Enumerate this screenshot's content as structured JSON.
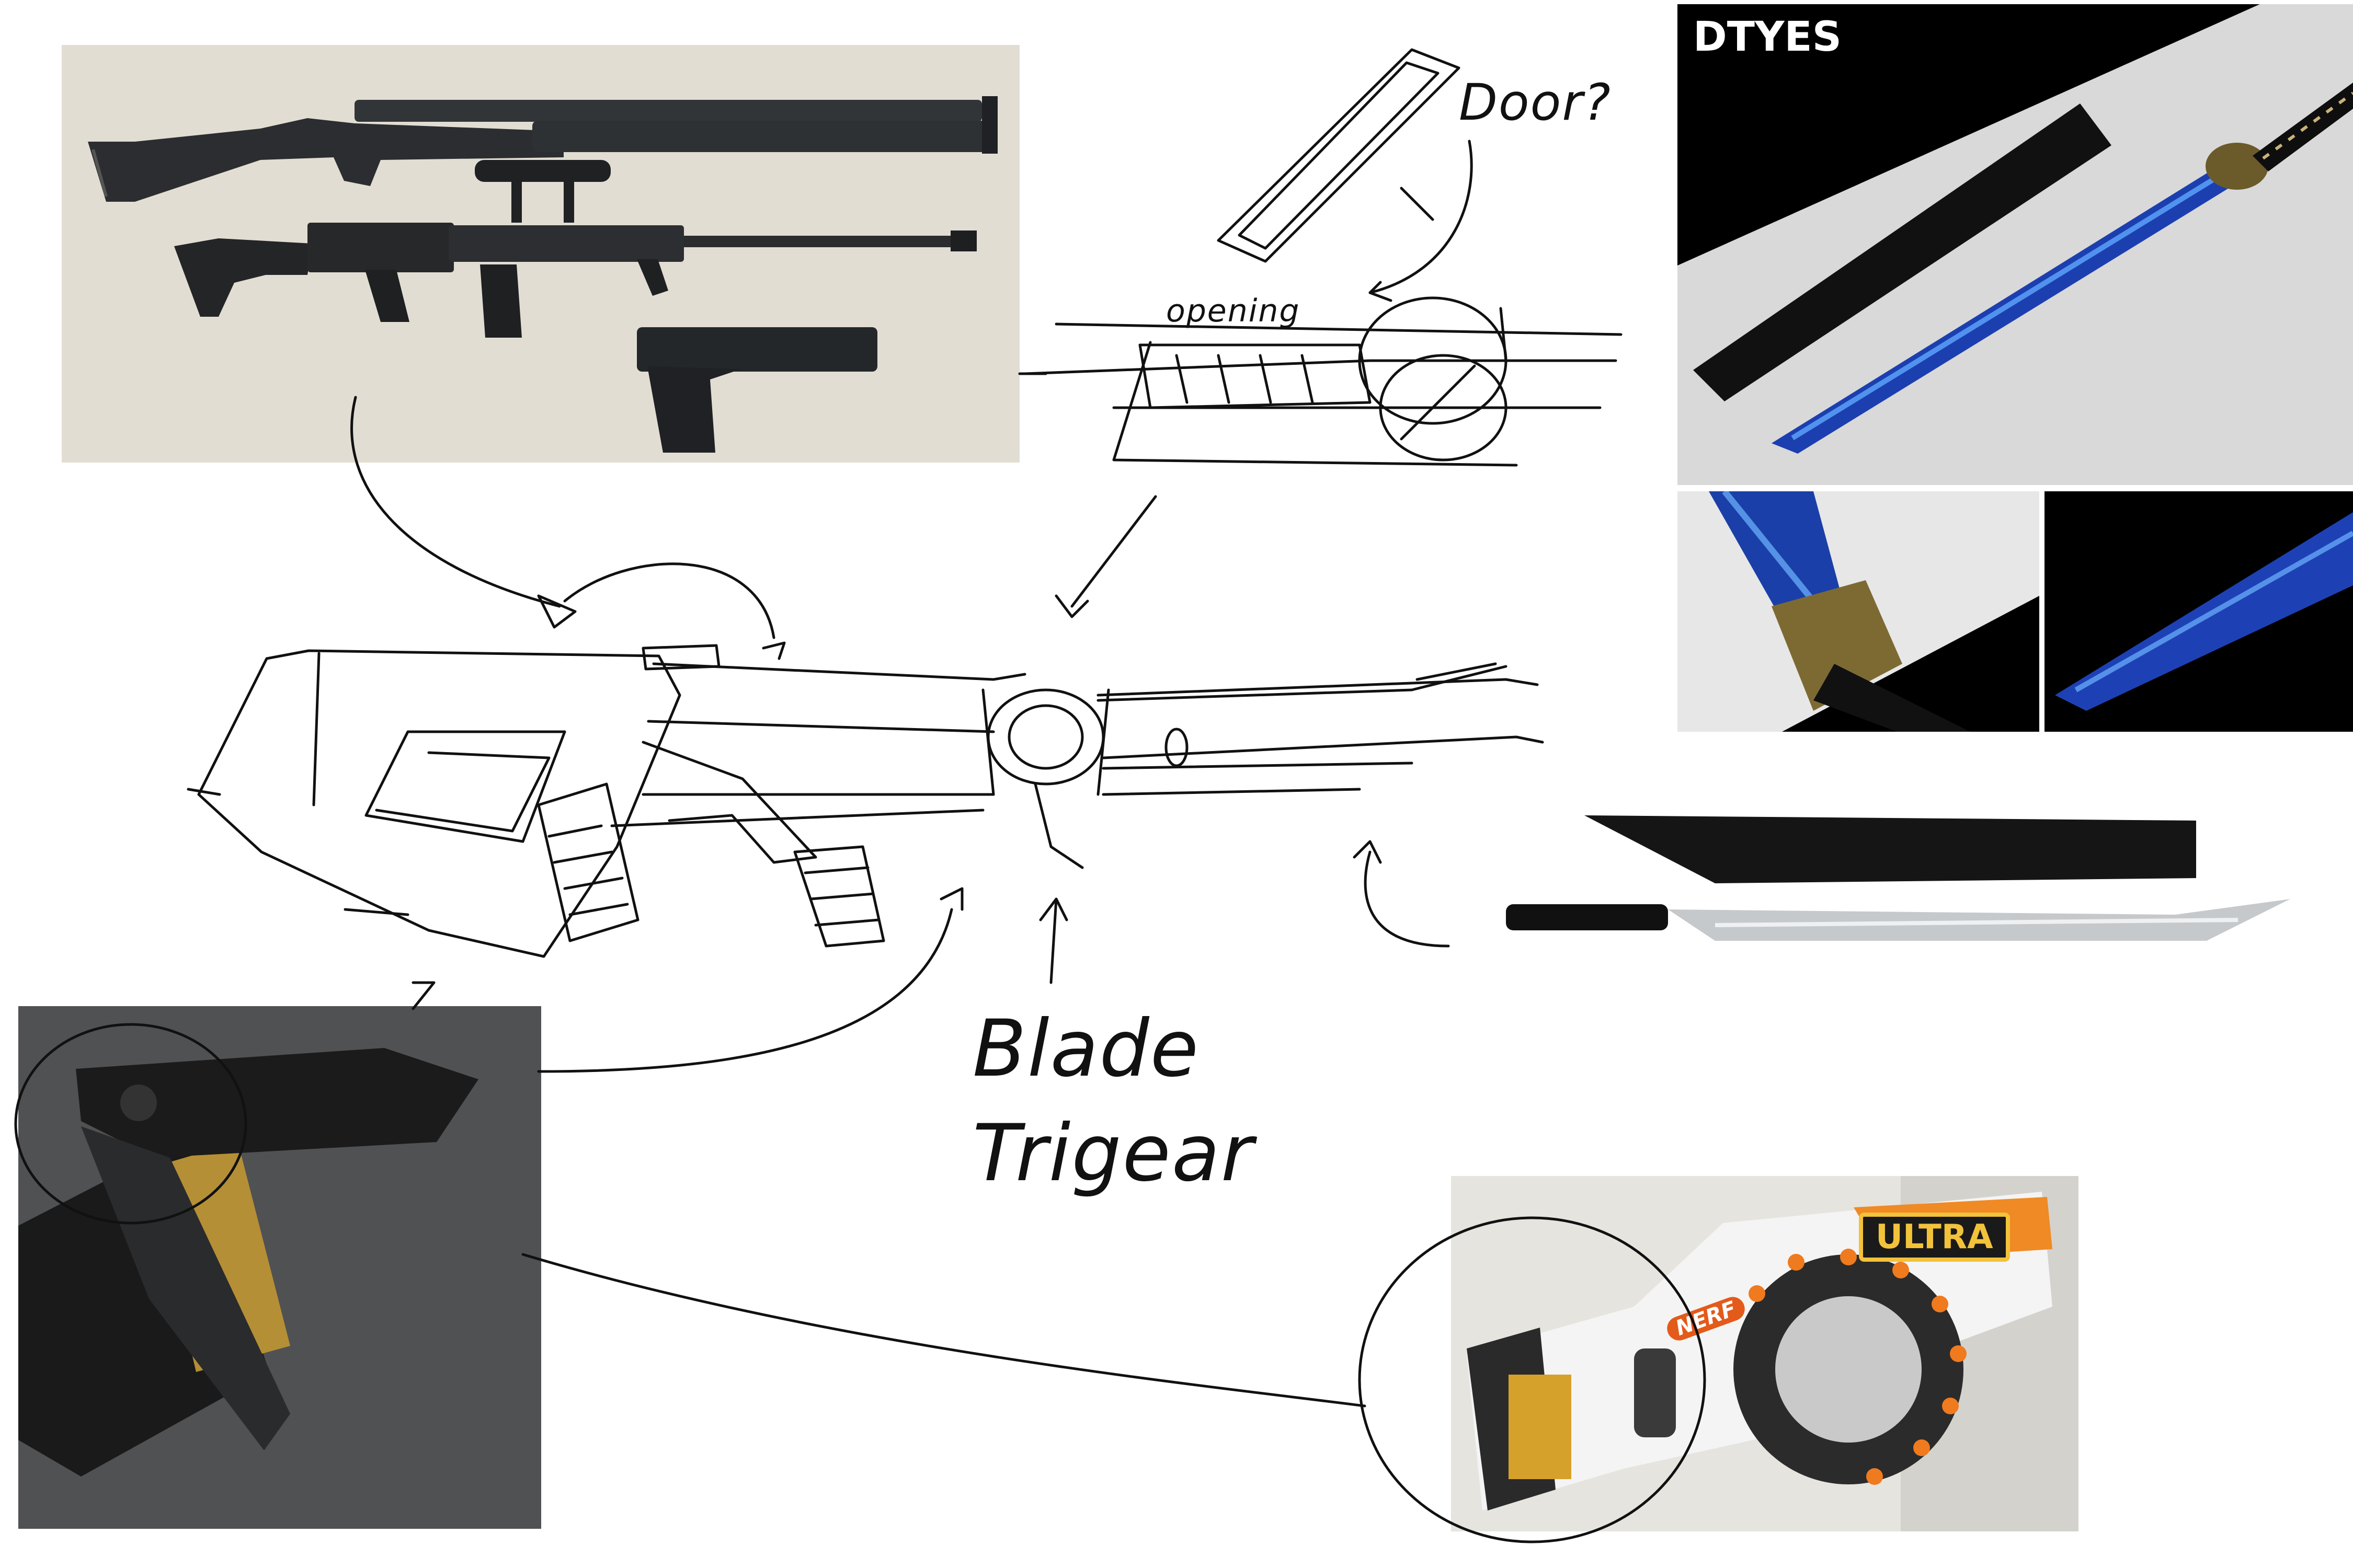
{
  "canvas": {
    "background": "#ffffff"
  },
  "annotations": {
    "door_label": "Door?",
    "opening_label": "opening",
    "blade_label": "Blade",
    "trigger_label": "Trigear"
  },
  "references": {
    "firearms": {
      "icon": "shotgun-rifle-pistol-photo"
    },
    "katana_blue": {
      "brand_text": "DTYES",
      "icon": "blue-katana-photo"
    },
    "katana_detail_hilt": {
      "icon": "katana-hilt-closeup"
    },
    "katana_detail_blade": {
      "icon": "katana-blade-closeup"
    },
    "machete_sheath": {
      "icon": "machete-with-sheath-photo"
    },
    "folding_knife": {
      "icon": "folding-knife-photo"
    },
    "nerf_blaster": {
      "badge_text": "ULTRA",
      "logo_text": "NERF",
      "icon": "nerf-ultra-blaster-photo"
    }
  },
  "colors": {
    "ink": "#111111",
    "katana_blue": "#2a6fd6",
    "nerf_orange": "#f08a24",
    "knife_black": "#1c1c1c"
  }
}
